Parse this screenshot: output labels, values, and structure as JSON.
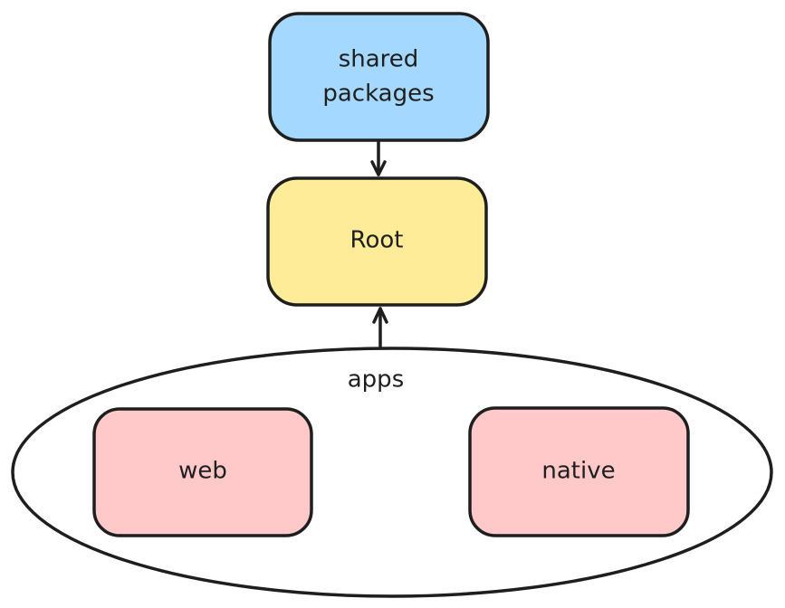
{
  "diagram": {
    "type": "hand-drawn architecture diagram",
    "nodes": [
      {
        "id": "shared",
        "lines": [
          "shared",
          "packages"
        ],
        "fill": "#a5d8ff",
        "shape": "rounded-rect"
      },
      {
        "id": "root",
        "lines": [
          "Root"
        ],
        "fill": "#ffec99",
        "shape": "rounded-rect"
      },
      {
        "id": "apps",
        "lines": [
          "apps"
        ],
        "fill": "#ffffff",
        "shape": "ellipse"
      },
      {
        "id": "web",
        "lines": [
          "web"
        ],
        "fill": "#ffc9c9",
        "shape": "rounded-rect",
        "parent": "apps"
      },
      {
        "id": "native",
        "lines": [
          "native"
        ],
        "fill": "#ffc9c9",
        "shape": "rounded-rect",
        "parent": "apps"
      }
    ],
    "edges": [
      {
        "from": "shared",
        "to": "root"
      },
      {
        "from": "apps",
        "to": "root"
      }
    ],
    "stroke_color": "#1e1e1e"
  }
}
